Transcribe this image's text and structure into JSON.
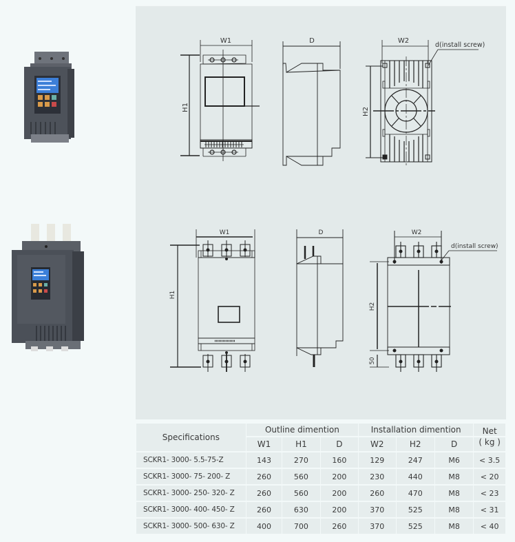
{
  "photos": [
    {
      "name": "product-photo-small",
      "description": "soft starter unit, small frame"
    },
    {
      "name": "product-photo-large",
      "description": "soft starter unit, large frame"
    }
  ],
  "drawings": {
    "set1": {
      "front": {
        "width_label": "W1",
        "height_label": "H1"
      },
      "side": {
        "depth_label": "D"
      },
      "mount": {
        "width_label": "W2",
        "height_label": "H2",
        "screw_label": "d(install screw)"
      }
    },
    "set2": {
      "front": {
        "width_label": "W1",
        "height_label": "H1"
      },
      "side": {
        "depth_label": "D"
      },
      "mount": {
        "width_label": "W2",
        "height_label": "H2",
        "screw_label": "d(install screw)",
        "offset_label": "50"
      }
    }
  },
  "table": {
    "header": {
      "spec": "Specifications",
      "outline": "Outline dimention",
      "install": "Installation dimention",
      "net": "Net",
      "net_unit": "( kg )",
      "cols": [
        "W1",
        "H1",
        "D",
        "W2",
        "H2",
        "D"
      ]
    },
    "rows": [
      {
        "spec": "SCKR1- 3000- 5.5-75-Z",
        "w1": "143",
        "h1": "270",
        "d": "160",
        "w2": "129",
        "h2": "247",
        "screw": "M6",
        "net": "< 3.5"
      },
      {
        "spec": "SCKR1- 3000- 75- 200- Z",
        "w1": "260",
        "h1": "560",
        "d": "200",
        "w2": "230",
        "h2": "440",
        "screw": "M8",
        "net": "< 20"
      },
      {
        "spec": "SCKR1- 3000- 250- 320- Z",
        "w1": "260",
        "h1": "560",
        "d": "200",
        "w2": "260",
        "h2": "470",
        "screw": "M8",
        "net": "< 23"
      },
      {
        "spec": "SCKR1- 3000- 400- 450- Z",
        "w1": "260",
        "h1": "630",
        "d": "200",
        "w2": "370",
        "h2": "525",
        "screw": "M8",
        "net": "< 31"
      },
      {
        "spec": "SCKR1- 3000- 500- 630- Z",
        "w1": "400",
        "h1": "700",
        "d": "260",
        "w2": "370",
        "h2": "525",
        "screw": "M8",
        "net": "< 40"
      }
    ]
  }
}
